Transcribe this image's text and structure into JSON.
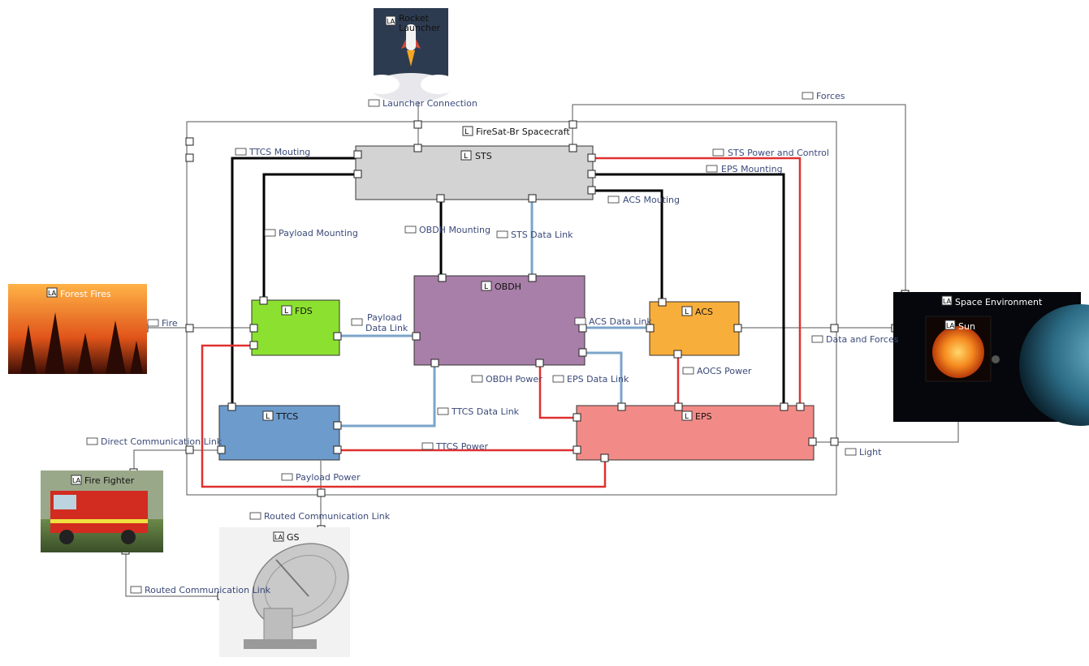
{
  "system": {
    "label": "FireSat-Br Spacecraft",
    "badge": "L"
  },
  "components": {
    "sts": {
      "label": "STS",
      "badge": "L",
      "color": "#d3d3d3"
    },
    "obdh": {
      "label": "OBDH",
      "badge": "L",
      "color": "#a87fa8"
    },
    "fds": {
      "label": "FDS",
      "badge": "L",
      "color": "#8ce030"
    },
    "acs": {
      "label": "ACS",
      "badge": "L",
      "color": "#f8ae3a"
    },
    "ttcs": {
      "label": "TTCS",
      "badge": "L",
      "color": "#6c9bcc"
    },
    "eps": {
      "label": "EPS",
      "badge": "L",
      "color": "#f28b87"
    }
  },
  "actors": {
    "rocket": {
      "label_line1": "Rocket",
      "label_line2": "Launcher",
      "badge": "LA"
    },
    "forest": {
      "label": "Forest Fires",
      "badge": "LA"
    },
    "fighter": {
      "label": "Fire Fighter",
      "badge": "LA"
    },
    "gs": {
      "label": "GS",
      "badge": "LA"
    },
    "space": {
      "label": "Space Environment",
      "badge": "LA"
    },
    "sun": {
      "label": "Sun",
      "badge": "LA"
    }
  },
  "links": {
    "launcher_connection": "Launcher Connection",
    "forces": "Forces",
    "ttcs_mouting": "TTCS Mouting",
    "sts_power_control": "STS Power and Control",
    "eps_mounting": "EPS Mounting",
    "acs_mouting": "ACS Mouting",
    "payload_mounting": "Payload Mounting",
    "obdh_mounting": "OBDH Mounting",
    "sts_data_link": "STS Data Link",
    "fire": "Fire",
    "payload_data_link_1": "Payload",
    "payload_data_link_2": "Data Link",
    "acs_data_link": "ACS Data Link",
    "data_and_forces": "Data and Forces",
    "obdh_power": "OBDH Power",
    "eps_data_link": "EPS Data Link",
    "aocs_power": "AOCS Power",
    "ttcs_data_link": "TTCS Data Link",
    "direct_comm_link": "Direct Communication Link",
    "ttcs_power": "TTCS Power",
    "light": "Light",
    "payload_power": "Payload Power",
    "routed_comm_link_1": "Routed Communication Link",
    "routed_comm_link_2": "Routed Communication Link"
  },
  "colors": {
    "mount": "#000000",
    "data": "#7ba4c9",
    "power": "#e03030",
    "external": "#555555"
  }
}
